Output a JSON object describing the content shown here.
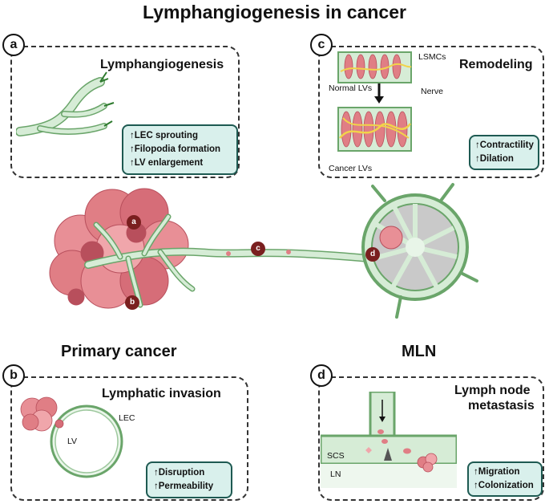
{
  "title": "Lymphangiogenesis in cancer",
  "panels": {
    "a": {
      "tag": "a",
      "heading": "Lymphangiogenesis",
      "items": [
        "↑LEC sprouting",
        "↑Filopodia formation",
        "↑LV enlargement"
      ]
    },
    "b": {
      "tag": "b",
      "heading": "Lymphatic invasion",
      "labels": {
        "lec": "LEC",
        "lv": "LV"
      },
      "items": [
        "↑Disruption",
        "↑Permeability"
      ]
    },
    "c": {
      "tag": "c",
      "heading": "Remodeling",
      "labels": {
        "lsmcs": "LSMCs",
        "nerve": "Nerve",
        "normal": "Normal LVs",
        "cancer": "Cancer LVs"
      },
      "items": [
        "↑Contractility",
        "↑Dilation"
      ]
    },
    "d": {
      "tag": "d",
      "heading_line1": "Lymph node",
      "heading_line2": "metastasis",
      "labels": {
        "scs": "SCS",
        "ln": "LN"
      },
      "items": [
        "↑Migration",
        "↑Colonization"
      ]
    }
  },
  "sections": {
    "primary": "Primary cancer",
    "mln": "MLN"
  },
  "pins": {
    "a": "a",
    "b": "b",
    "c": "c",
    "d": "d"
  },
  "colors": {
    "lymph": "#d6ecd6",
    "lymph_edge": "#6aa56a",
    "tumor": "#e07e85",
    "tumor_dark": "#b84f5c",
    "box_fill": "#d9f0ec",
    "box_edge": "#1e5a52",
    "pin": "#7a1f1f"
  }
}
